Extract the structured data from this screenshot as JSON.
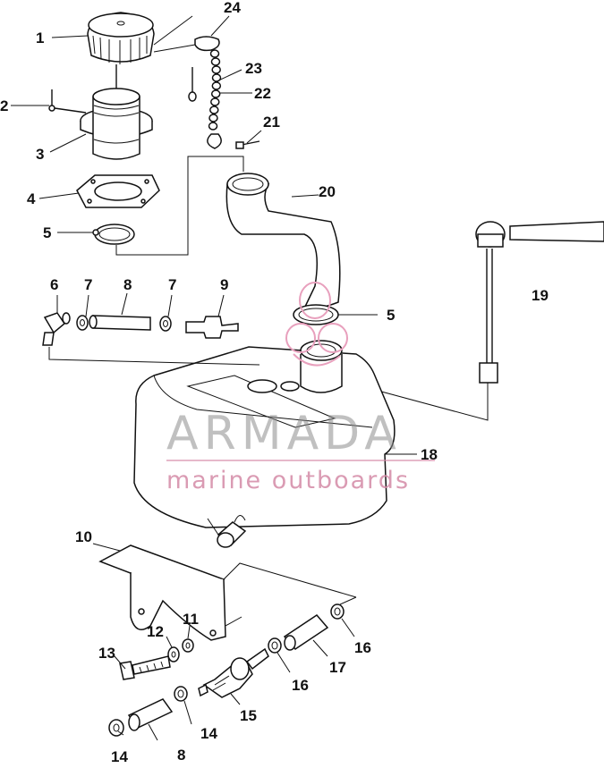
{
  "callouts": [
    {
      "id": "c1",
      "text": "1"
    },
    {
      "id": "c2",
      "text": "2"
    },
    {
      "id": "c3",
      "text": "3"
    },
    {
      "id": "c4",
      "text": "4"
    },
    {
      "id": "c5a",
      "text": "5"
    },
    {
      "id": "c5b",
      "text": "5"
    },
    {
      "id": "c6",
      "text": "6"
    },
    {
      "id": "c7a",
      "text": "7"
    },
    {
      "id": "c7b",
      "text": "7"
    },
    {
      "id": "c8a",
      "text": "8"
    },
    {
      "id": "c8b",
      "text": "8"
    },
    {
      "id": "c9",
      "text": "9"
    },
    {
      "id": "c10",
      "text": "10"
    },
    {
      "id": "c11",
      "text": "11"
    },
    {
      "id": "c12",
      "text": "12"
    },
    {
      "id": "c13",
      "text": "13"
    },
    {
      "id": "c14a",
      "text": "14"
    },
    {
      "id": "c14b",
      "text": "14"
    },
    {
      "id": "c15",
      "text": "15"
    },
    {
      "id": "c16a",
      "text": "16"
    },
    {
      "id": "c16b",
      "text": "16"
    },
    {
      "id": "c17",
      "text": "17"
    },
    {
      "id": "c18",
      "text": "18"
    },
    {
      "id": "c19",
      "text": "19"
    },
    {
      "id": "c20",
      "text": "20"
    },
    {
      "id": "c21",
      "text": "21"
    },
    {
      "id": "c22",
      "text": "22"
    },
    {
      "id": "c23",
      "text": "23"
    },
    {
      "id": "c24",
      "text": "24"
    }
  ],
  "watermark": {
    "brand": "ARMADA",
    "tagline": "marine outboards",
    "logo_color": "#e8a0bd"
  }
}
